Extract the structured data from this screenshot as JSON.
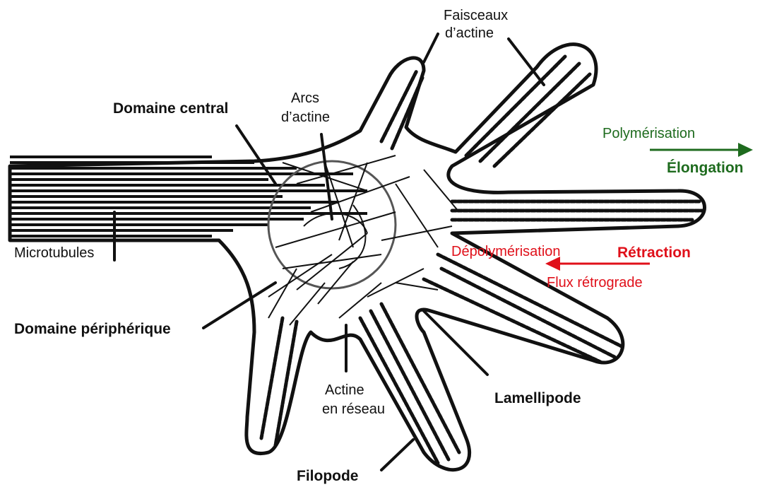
{
  "labels": {
    "faisceaux_line1": "Faisceaux",
    "faisceaux_line2": "d’actine",
    "arcs_line1": "Arcs",
    "arcs_line2": "d’actine",
    "domaine_central": "Domaine central",
    "polymerisation": "Polymérisation",
    "elongation": "Élongation",
    "depolymerisation": "Dépolymérisation",
    "retraction": "Rétraction",
    "flux_retrograde": "Flux rétrograde",
    "microtubules": "Microtubules",
    "domaine_peripherique": "Domaine périphérique",
    "actine_line1": "Actine",
    "actine_line2": "en réseau",
    "lamellipode": "Lamellipode",
    "filopode": "Filopode"
  },
  "colors": {
    "green": "#1e6b1e",
    "red": "#e0101a",
    "ink": "#111111"
  }
}
